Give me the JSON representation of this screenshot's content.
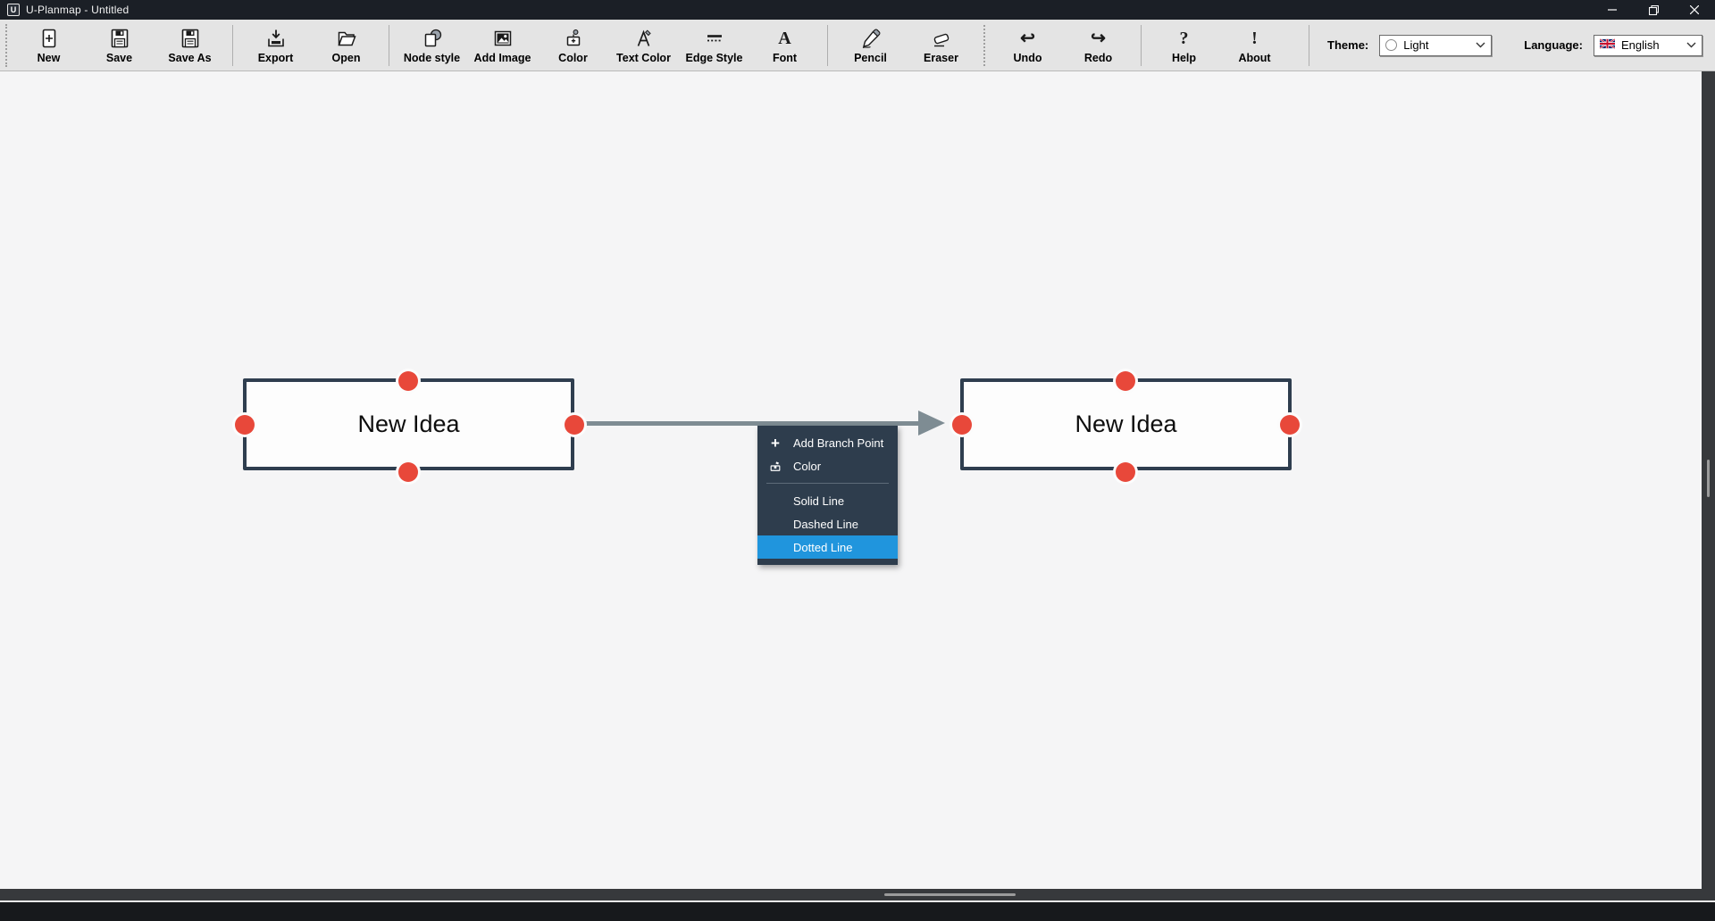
{
  "titlebar": {
    "logo": "U",
    "title": "U-Planmap - Untitled"
  },
  "toolbar": {
    "buttons": [
      {
        "label": "New"
      },
      {
        "label": "Save"
      },
      {
        "label": "Save As"
      },
      {
        "label": "Export"
      },
      {
        "label": "Open"
      },
      {
        "label": "Node style"
      },
      {
        "label": "Add Image"
      },
      {
        "label": "Color"
      },
      {
        "label": "Text Color"
      },
      {
        "label": "Edge Style"
      },
      {
        "label": "Font"
      },
      {
        "label": "Pencil"
      },
      {
        "label": "Eraser"
      },
      {
        "label": "Undo"
      },
      {
        "label": "Redo"
      },
      {
        "label": "Help"
      },
      {
        "label": "About"
      }
    ],
    "theme_label": "Theme:",
    "theme_value": "Light",
    "language_label": "Language:",
    "language_value": "English"
  },
  "icons": {
    "undo_glyph": "↩",
    "redo_glyph": "↪",
    "help_glyph": "?",
    "about_glyph": "!",
    "font_glyph": "A",
    "plus_glyph": "+"
  },
  "canvas": {
    "nodes": [
      {
        "label": "New Idea"
      },
      {
        "label": "New Idea"
      }
    ]
  },
  "context_menu": {
    "items": [
      {
        "label": "Add Branch Point"
      },
      {
        "label": "Color"
      },
      {
        "label": "Solid Line"
      },
      {
        "label": "Dashed Line"
      },
      {
        "label": "Dotted Line",
        "highlighted": true
      }
    ]
  },
  "colors": {
    "highlight_blue": "#2095dd",
    "node_border": "#2f3e4f",
    "connection_dot": "#e8483a",
    "edge_gray": "#7e8c93",
    "menu_bg": "#2e3d4d",
    "titlebar_bg": "#1b1f26",
    "toolbar_bg": "#e4e4e4",
    "canvas_bg": "#f5f5f6"
  }
}
